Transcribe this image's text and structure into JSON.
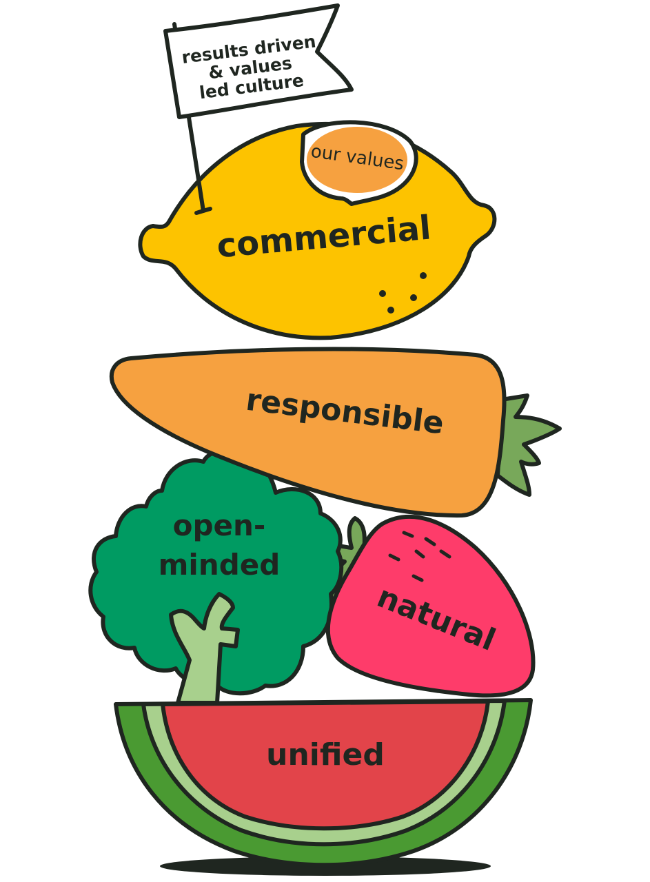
{
  "flag": {
    "line1": "results driven",
    "line2": "& values",
    "line3": "led culture"
  },
  "lemon": {
    "badge": "our values",
    "label": "commercial"
  },
  "carrot": {
    "label": "responsible"
  },
  "broccoli": {
    "line1": "open-",
    "line2": "minded"
  },
  "strawberry": {
    "label": "natural"
  },
  "watermelon": {
    "label": "unified"
  },
  "colors": {
    "ink": "#1f2620",
    "lemon": "#fdc300",
    "orange": "#f6a140",
    "broccoli": "#009b62",
    "stalk": "#a8d08d",
    "strawberry": "#fe3c6a",
    "leaf": "#78a85a",
    "melon_flesh": "#e2444a",
    "melon_rind_light": "#a8d08d",
    "melon_rind_dark": "#4a9a32"
  }
}
